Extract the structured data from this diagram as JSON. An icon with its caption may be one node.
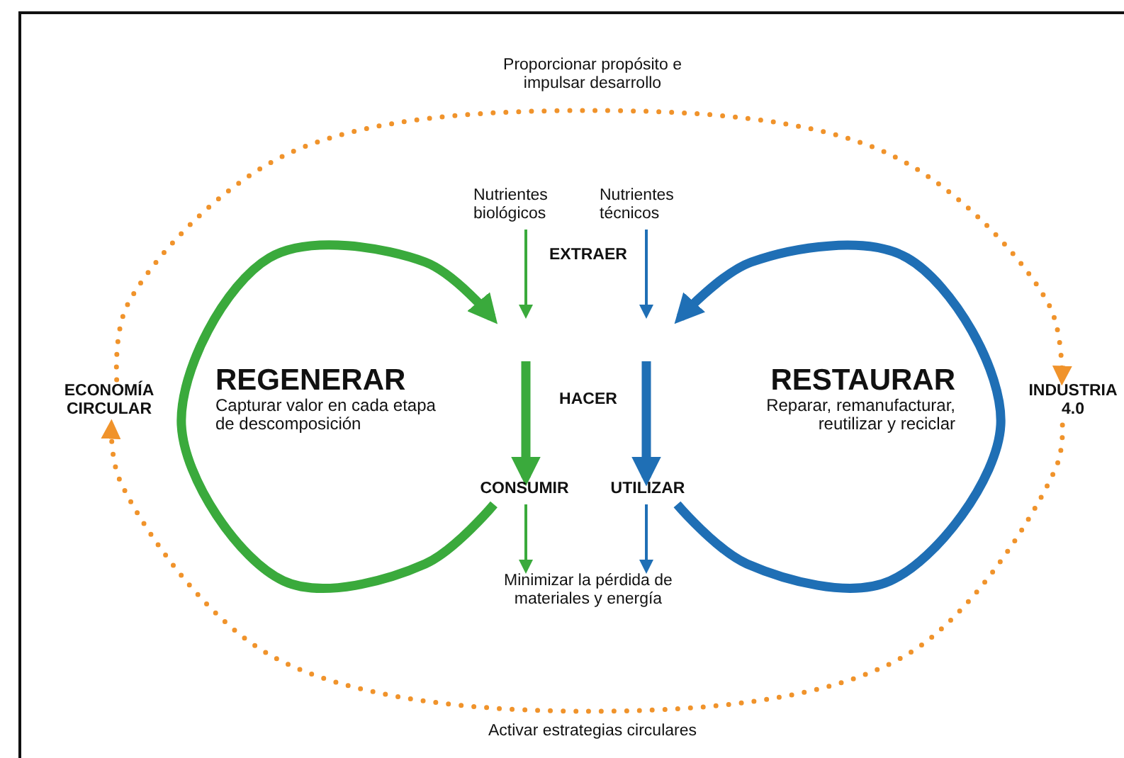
{
  "diagram": {
    "nodes": [
      {
        "text": [
          "ECONOMÍA CIRCULAR"
        ]
      },
      {
        "text": [
          "INDUSTRIA 4.0"
        ]
      },
      {
        "text": [
          "Nutrientes biológicos"
        ]
      },
      {
        "text": [
          "Nutrientes técnicos"
        ]
      },
      {
        "text": [
          "EXTRAER"
        ]
      },
      {
        "text": [
          "HACER"
        ]
      },
      {
        "text": [
          "CONSUMIR"
        ]
      },
      {
        "text": [
          "UTILIZAR"
        ]
      },
      {
        "text": [
          "Minimizar la pérdida de materiales y energía"
        ]
      },
      {
        "text": [
          "REGENERAR",
          "Capturar valor en cada etapa de descomposición"
        ]
      },
      {
        "text": [
          "RESTAURAR",
          "Reparar, remanufacturar, reutilizar y reciclar"
        ]
      }
    ],
    "edges": [
      {
        "from": 0,
        "to": 1,
        "arrow": "to",
        "label": "Proporcionar propósito e impulsar desarrollo",
        "style": "dashed",
        "color": "#f0932b"
      },
      {
        "from": 1,
        "to": 0,
        "arrow": "to",
        "label": "Activar estrategias circulares",
        "style": "dashed",
        "color": "#f0932b"
      },
      {
        "from": 2,
        "to": null,
        "arrow": "to",
        "color": "#3aaa3c"
      },
      {
        "from": 3,
        "to": null,
        "arrow": "to",
        "color": "#1f6fb5"
      },
      {
        "from": null,
        "to": 6,
        "arrow": "to",
        "style": "thick",
        "color": "#3aaa3c"
      },
      {
        "from": null,
        "to": 7,
        "arrow": "to",
        "style": "thick",
        "color": "#1f6fb5"
      },
      {
        "from": 6,
        "to": 8,
        "arrow": "to",
        "color": "#3aaa3c"
      },
      {
        "from": 7,
        "to": 8,
        "arrow": "to",
        "color": "#1f6fb5"
      },
      {
        "from": 6,
        "to": null,
        "arrow": "to",
        "style": "thick",
        "color": "#3aaa3c"
      },
      {
        "from": 7,
        "to": null,
        "arrow": "to",
        "style": "thick",
        "color": "#1f6fb5"
      }
    ]
  }
}
